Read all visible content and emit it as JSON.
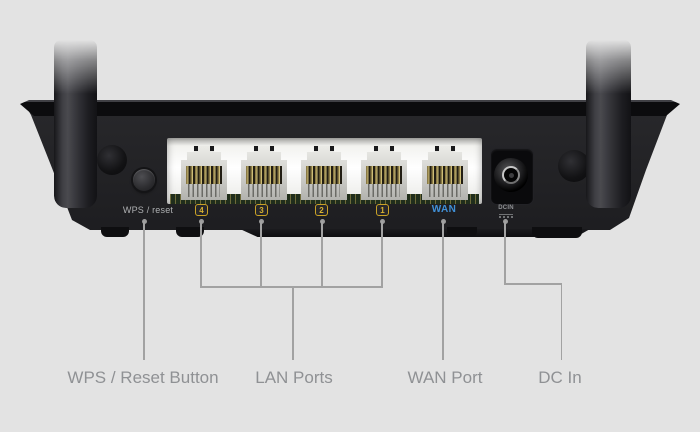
{
  "figure": {
    "description": "Rear panel diagram of a wireless router with two antennas"
  },
  "panel": {
    "wps_text": "WPS / reset",
    "lan_badges": [
      "4",
      "3",
      "2",
      "1"
    ],
    "wan_text": "WAN",
    "dcin_text": "DCIN"
  },
  "callouts": {
    "wps": "WPS / Reset Button",
    "lan": "LAN Ports",
    "wan": "WAN Port",
    "dc": "DC In"
  },
  "colors": {
    "background": "#e3e3e3",
    "body": "#1e1e21",
    "lan_badge": "#d8b232",
    "wan_text": "#4090d8",
    "caption_text": "#8f9194",
    "callout_line": "#a2a2a2"
  }
}
